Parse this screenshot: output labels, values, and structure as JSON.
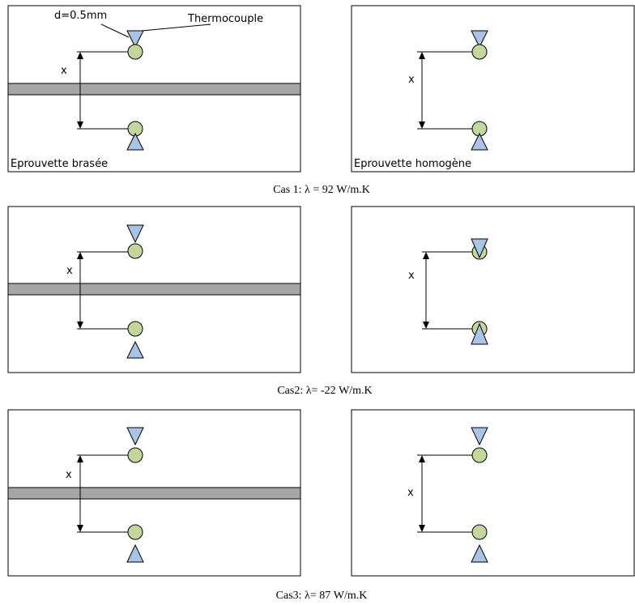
{
  "labels": {
    "diameter": "d=0.5mm",
    "thermocouple": "Thermocouple",
    "distance": "x",
    "brazed_specimen": "Eprouvette brasée",
    "homogeneous_specimen": "Eprouvette homogène"
  },
  "captions": {
    "case1": "Cas 1: λ = 92 W/m.K",
    "case2": "Cas2: λ= -22 W/m.K",
    "case3": "Cas3: λ= 87 W/m.K"
  },
  "colors": {
    "thermocouple_bead": "#c3d69b",
    "thermocouple_cone": "#a9c4e6",
    "braze_layer": "#a6a6a6"
  }
}
